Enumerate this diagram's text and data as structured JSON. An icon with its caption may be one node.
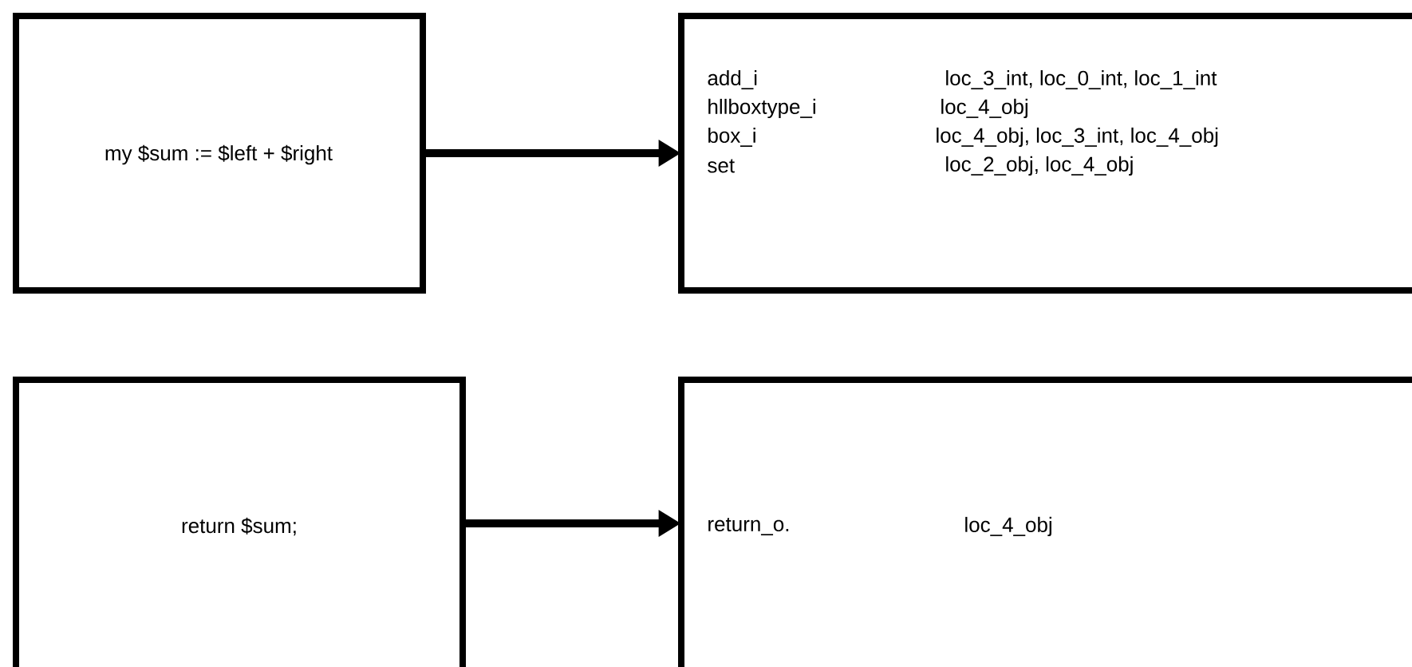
{
  "diagram": {
    "nodes": [
      {
        "text": [
          "my $sum := $left + $right"
        ]
      },
      {
        "text": [
          "add_i",
          "loc_3_int, loc_0_int, loc_1_int",
          "hllboxtype_i",
          "loc_4_obj",
          "box_i",
          "loc_4_obj, loc_3_int, loc_4_obj",
          "set",
          "loc_2_obj, loc_4_obj"
        ]
      },
      {
        "text": [
          "return $sum;"
        ]
      },
      {
        "text": [
          "return_o.",
          "loc_4_obj"
        ]
      }
    ],
    "edges": [
      {
        "from": 0,
        "to": 1,
        "arrow": "to"
      },
      {
        "from": 2,
        "to": 3,
        "arrow": "to"
      }
    ]
  }
}
